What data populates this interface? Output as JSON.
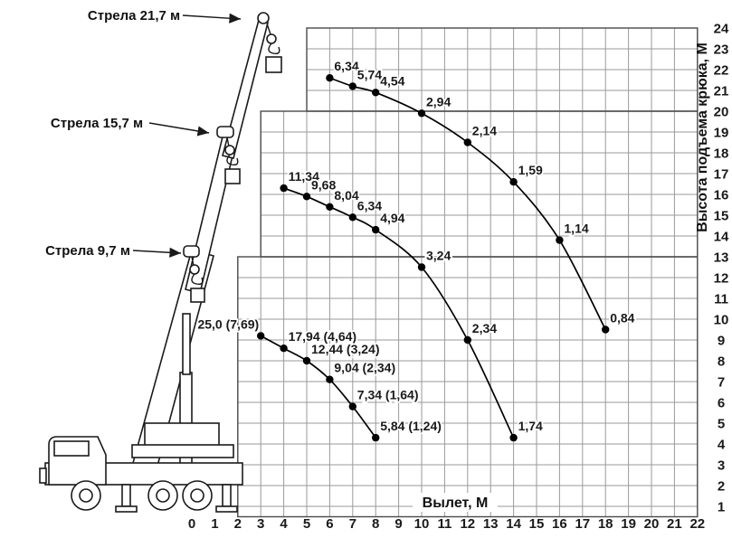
{
  "colors": {
    "ink": "#1a1a1a",
    "grid": "#9a9a9a",
    "band_border": "#4a4a4a",
    "curve": "#000000"
  },
  "crane": {
    "boom_labels": [
      {
        "label": "Стрела 21,7 м"
      },
      {
        "label": "Стрела 15,7 м"
      },
      {
        "label": "Стрела 9,7 м"
      }
    ]
  },
  "chart_data": {
    "type": "line",
    "title": "",
    "xlabel": "Вылет, М",
    "ylabel": "Высота подъема крюка, М",
    "xlim": [
      0,
      22
    ],
    "ylim": [
      0,
      24
    ],
    "grid": true,
    "legend": "none",
    "x_ticks": [
      0,
      1,
      2,
      3,
      4,
      5,
      6,
      7,
      8,
      9,
      10,
      11,
      12,
      13,
      14,
      15,
      16,
      17,
      18,
      19,
      20,
      21,
      22
    ],
    "y_ticks": [
      1,
      2,
      3,
      4,
      5,
      6,
      7,
      8,
      9,
      10,
      11,
      12,
      13,
      14,
      15,
      16,
      17,
      18,
      19,
      20,
      21,
      22,
      23,
      24
    ],
    "grid_bands": [
      {
        "x0": 5,
        "x1": 22,
        "y0": 20,
        "y1": 24
      },
      {
        "x0": 3,
        "x1": 22,
        "y0": 13,
        "y1": 20
      },
      {
        "x0": 2,
        "x1": 22,
        "y0": 0.5,
        "y1": 13
      }
    ],
    "series": [
      {
        "name": "Стрела 21,7 м",
        "points": [
          {
            "x": 6,
            "y": 21.6,
            "label": "6,34"
          },
          {
            "x": 7,
            "y": 21.2,
            "label": "5,74"
          },
          {
            "x": 8,
            "y": 20.9,
            "label": "4,54"
          },
          {
            "x": 10,
            "y": 19.9,
            "label": "2,94"
          },
          {
            "x": 12,
            "y": 18.5,
            "label": "2,14"
          },
          {
            "x": 14,
            "y": 16.6,
            "label": "1,59"
          },
          {
            "x": 16,
            "y": 13.8,
            "label": "1,14"
          },
          {
            "x": 18,
            "y": 9.5,
            "label": "0,84"
          }
        ]
      },
      {
        "name": "Стрела 15,7 м",
        "points": [
          {
            "x": 4,
            "y": 16.3,
            "label": "11,34"
          },
          {
            "x": 5,
            "y": 15.9,
            "label": "9,68"
          },
          {
            "x": 6,
            "y": 15.4,
            "label": "8,04"
          },
          {
            "x": 7,
            "y": 14.9,
            "label": "6,34"
          },
          {
            "x": 8,
            "y": 14.3,
            "label": "4,94"
          },
          {
            "x": 10,
            "y": 12.5,
            "label": "3,24"
          },
          {
            "x": 12,
            "y": 9.0,
            "label": "2,34"
          },
          {
            "x": 14,
            "y": 4.3,
            "label": "1,74"
          }
        ]
      },
      {
        "name": "Стрела 9,7 м",
        "points": [
          {
            "x": 3,
            "y": 9.2,
            "label": "25,0 (7,69)",
            "anchor": "end",
            "dx": -2
          },
          {
            "x": 4,
            "y": 8.6,
            "label": "17,94 (4,64)"
          },
          {
            "x": 5,
            "y": 8.0,
            "label": "12,44 (3,24)"
          },
          {
            "x": 6,
            "y": 7.1,
            "label": "9,04 (2,34)"
          },
          {
            "x": 7,
            "y": 5.8,
            "label": "7,34 (1,64)"
          },
          {
            "x": 8,
            "y": 4.3,
            "label": "5,84 (1,24)"
          }
        ]
      }
    ]
  }
}
